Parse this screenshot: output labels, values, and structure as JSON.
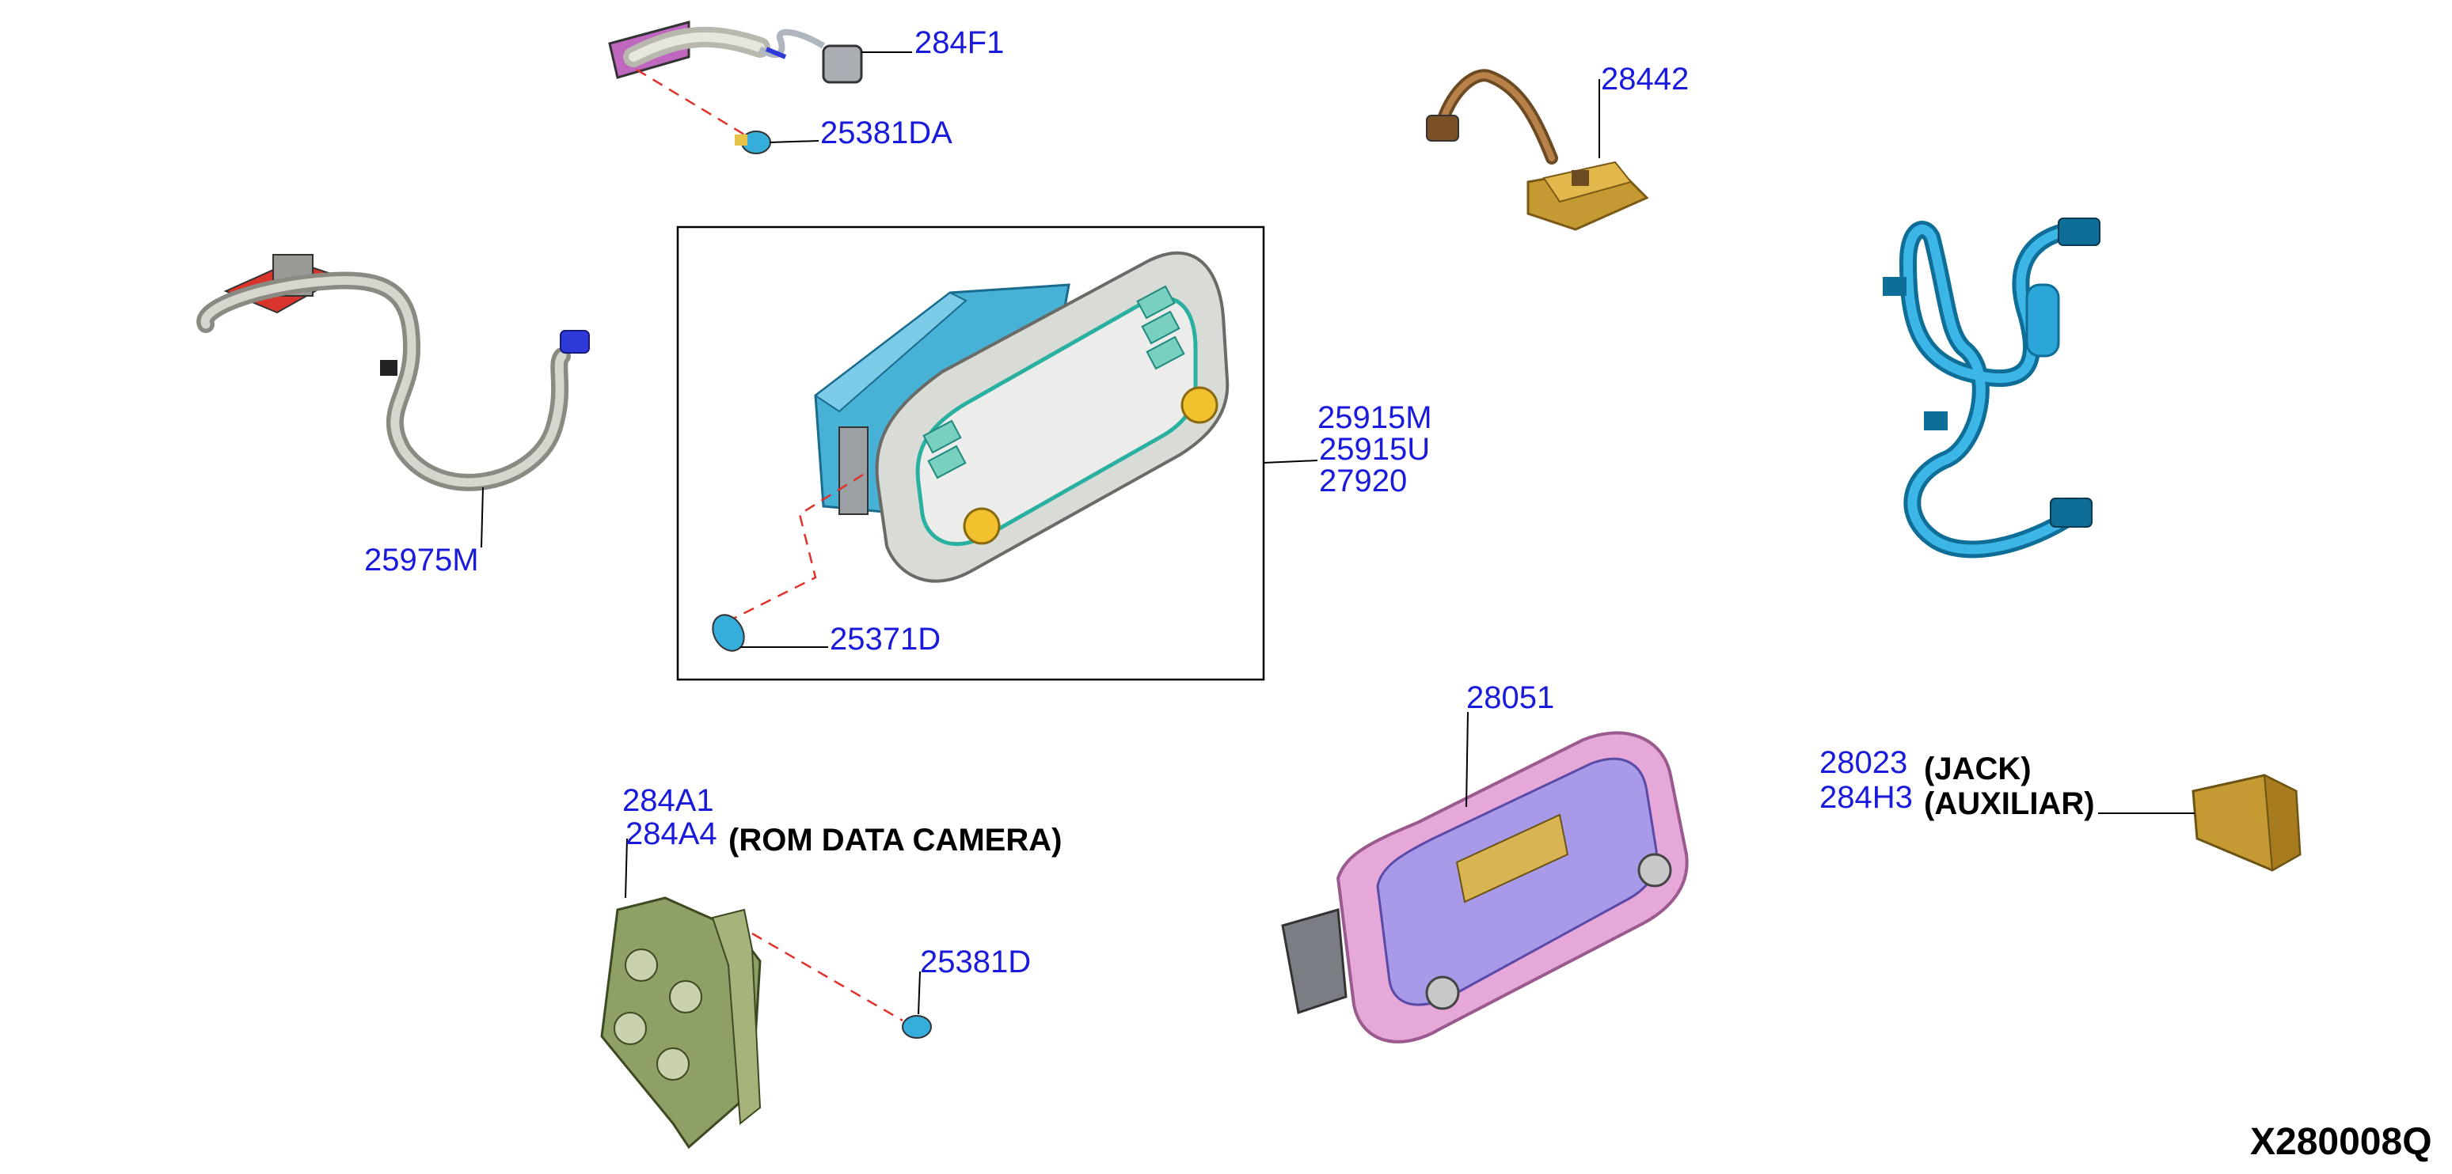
{
  "diagram": {
    "id": "X280008Q",
    "colors": {
      "label": "#1a1adc",
      "note": "#000000",
      "leader": "#000000",
      "dash": "#e0322a",
      "cable_gray": "#c8c8c0",
      "cable_blue": "#2aa6d8",
      "radio_bezel": "#d9dcd6",
      "radio_frame": "#47b2d6",
      "bracket_green": "#8fa066",
      "receiver_pink": "#e5a8d8",
      "receiver_face": "#a89ae8",
      "gold": "#c69a32",
      "brown": "#8a5a2a"
    },
    "labels": {
      "p284F1": "284F1",
      "p25381DA": "25381DA",
      "p28442": "28442",
      "p25975M": "25975M",
      "p25915M": "25915M",
      "p25915U": "25915U",
      "p27920": "27920",
      "p25371D": "25371D",
      "p28051": "28051",
      "p28023": "28023",
      "p284H3": "284H3",
      "note_jack": "(JACK)",
      "note_aux": "(AUXILIAR)",
      "p284A1": "284A1",
      "p284A4": "284A4",
      "note_camera": "(ROM DATA CAMERA)",
      "p25381D": "25381D"
    },
    "parts": [
      {
        "id": "cable-284F1",
        "icon": "usb-cable-icon"
      },
      {
        "id": "screw-25381DA",
        "icon": "screw-icon"
      },
      {
        "id": "sensor-28442",
        "icon": "antenna-connector-icon"
      },
      {
        "id": "harness-25975M",
        "icon": "antenna-feeder-icon"
      },
      {
        "id": "harness-blue",
        "icon": "wire-harness-icon"
      },
      {
        "id": "display-unit",
        "icon": "display-unit-icon"
      },
      {
        "id": "screw-25371D",
        "icon": "screw-icon"
      },
      {
        "id": "receiver-28051",
        "icon": "radio-receiver-icon"
      },
      {
        "id": "aux-jack",
        "icon": "aux-jack-icon"
      },
      {
        "id": "camera-bracket",
        "icon": "bracket-icon"
      },
      {
        "id": "screw-25381D",
        "icon": "screw-icon"
      }
    ]
  }
}
